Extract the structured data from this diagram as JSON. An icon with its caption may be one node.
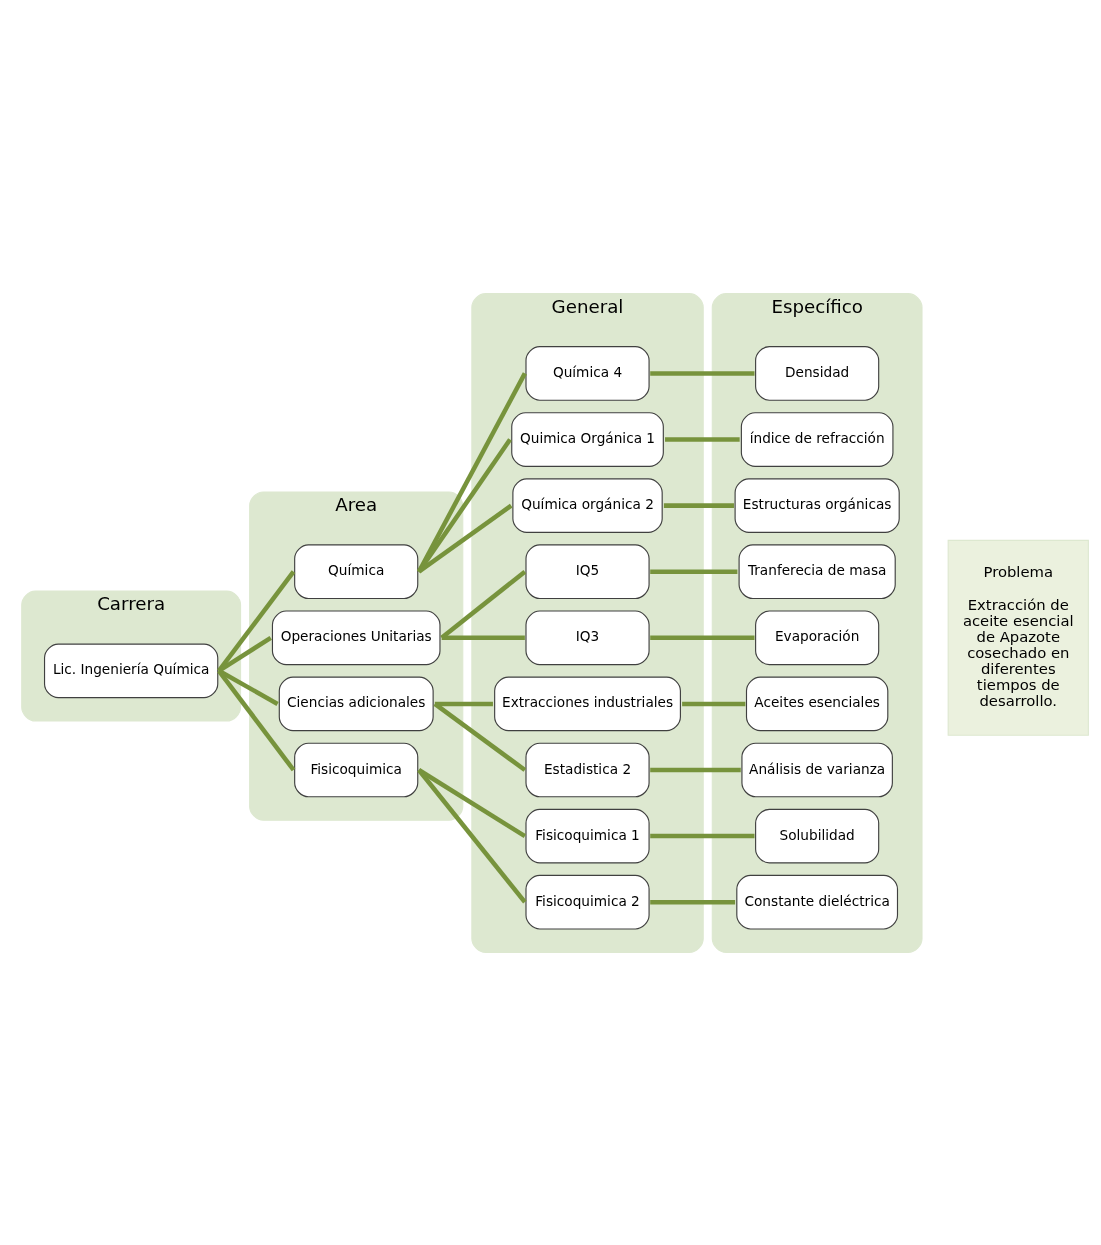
{
  "diagram": {
    "nodes": [
      {
        "text": [
          "Carrera"
        ]
      },
      {
        "text": [
          "Area"
        ]
      },
      {
        "text": [
          "General"
        ]
      },
      {
        "text": [
          "Específico"
        ]
      },
      {
        "text": [
          "Problema",
          "Extracción de aceite esencial de Apazote cosechado en diferentes tiempos de desarrollo."
        ]
      },
      {
        "text": [
          "Lic. Ingeniería Química"
        ],
        "in": 0
      },
      {
        "text": [
          "Química"
        ],
        "in": 1
      },
      {
        "text": [
          "Operaciones Unitarias"
        ],
        "in": 1
      },
      {
        "text": [
          "Ciencias adicionales"
        ],
        "in": 1
      },
      {
        "text": [
          "Fisicoquimica"
        ],
        "in": 1
      },
      {
        "text": [
          "Química 4"
        ],
        "in": 2
      },
      {
        "text": [
          "Quimica Orgánica 1"
        ],
        "in": 2
      },
      {
        "text": [
          "Química orgánica 2"
        ],
        "in": 2
      },
      {
        "text": [
          "IQ5"
        ],
        "in": 2
      },
      {
        "text": [
          "IQ3"
        ],
        "in": 2
      },
      {
        "text": [
          "Extracciones industriales"
        ],
        "in": 2
      },
      {
        "text": [
          "Estadistica 2"
        ],
        "in": 2
      },
      {
        "text": [
          "Fisicoquimica 1"
        ],
        "in": 2
      },
      {
        "text": [
          "Fisicoquimica 2"
        ],
        "in": 2
      },
      {
        "text": [
          "Densidad"
        ],
        "in": 3
      },
      {
        "text": [
          "índice de refracción"
        ],
        "in": 3
      },
      {
        "text": [
          "Estructuras orgánicas"
        ],
        "in": 3
      },
      {
        "text": [
          "Tranferecia de masa"
        ],
        "in": 3
      },
      {
        "text": [
          "Evaporación"
        ],
        "in": 3
      },
      {
        "text": [
          "Aceites esenciales"
        ],
        "in": 3
      },
      {
        "text": [
          "Análisis de varianza"
        ],
        "in": 3
      },
      {
        "text": [
          "Solubilidad"
        ],
        "in": 3
      },
      {
        "text": [
          "Constante dieléctrica"
        ],
        "in": 3
      }
    ],
    "edges": [
      {
        "from": 5,
        "to": 6,
        "arrow": "none"
      },
      {
        "from": 5,
        "to": 7,
        "arrow": "none"
      },
      {
        "from": 5,
        "to": 8,
        "arrow": "none"
      },
      {
        "from": 5,
        "to": 9,
        "arrow": "none"
      },
      {
        "from": 6,
        "to": 10,
        "arrow": "none"
      },
      {
        "from": 6,
        "to": 11,
        "arrow": "none"
      },
      {
        "from": 6,
        "to": 12,
        "arrow": "none"
      },
      {
        "from": 7,
        "to": 13,
        "arrow": "none"
      },
      {
        "from": 7,
        "to": 14,
        "arrow": "none"
      },
      {
        "from": 8,
        "to": 15,
        "arrow": "none"
      },
      {
        "from": 8,
        "to": 16,
        "arrow": "none"
      },
      {
        "from": 9,
        "to": 17,
        "arrow": "none"
      },
      {
        "from": 9,
        "to": 18,
        "arrow": "none"
      },
      {
        "from": 10,
        "to": 19,
        "arrow": "none"
      },
      {
        "from": 11,
        "to": 20,
        "arrow": "none"
      },
      {
        "from": 12,
        "to": 21,
        "arrow": "none"
      },
      {
        "from": 13,
        "to": 22,
        "arrow": "none"
      },
      {
        "from": 14,
        "to": 23,
        "arrow": "none"
      },
      {
        "from": 15,
        "to": 24,
        "arrow": "none"
      },
      {
        "from": 16,
        "to": 25,
        "arrow": "none"
      },
      {
        "from": 17,
        "to": 26,
        "arrow": "none"
      },
      {
        "from": 18,
        "to": 27,
        "arrow": "none"
      }
    ]
  }
}
